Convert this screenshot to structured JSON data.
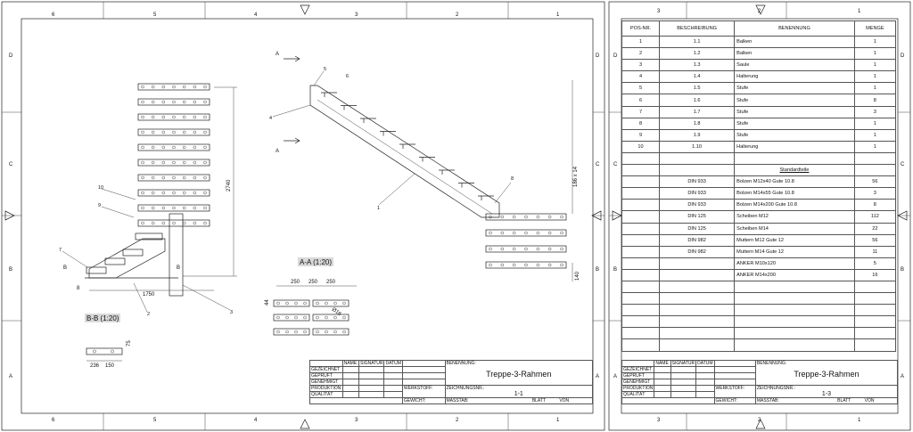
{
  "frame_numbers": {
    "left_cols": [
      "6",
      "5",
      "4",
      "3",
      "2",
      "1"
    ],
    "right_cols": [
      "3",
      "2",
      "1"
    ],
    "rows": [
      "D",
      "C",
      "B",
      "A"
    ]
  },
  "drawing": {
    "title": "Treppe-3-Rahmen",
    "left_sheet_no": "1-1",
    "right_sheet_no": "1-3",
    "view_aa": "A-A (1:20)",
    "view_bb": "B-B (1:20)",
    "section_mark": "A",
    "section_mark_b": "B",
    "dims": {
      "height_total": "2740",
      "width_bb": "1750",
      "d_236": "236",
      "d_150": "150",
      "d_75": "75",
      "d_250a": "250",
      "d_250b": "250",
      "d_250c": "250",
      "d_44": "44",
      "d_phi": "Ø16",
      "d_steps": "186 x 14",
      "d_140": "140",
      "d_8": "8"
    },
    "callouts": [
      "1",
      "2",
      "3",
      "4",
      "5",
      "6",
      "7",
      "8",
      "10",
      "9"
    ]
  },
  "title_block": {
    "name_hdr": "NAME",
    "sig_hdr": "SIGNATUR",
    "date_hdr": "DATUM",
    "rows": [
      "GEZEICHNET",
      "GEPRÜFT",
      "GENEHMIGT",
      "PRODUKTION",
      "QUALITÄT"
    ],
    "benennung": "BENENNUNG:",
    "werkstoff": "WERKSTOFF:",
    "zeichnungsnr": "ZEICHNUNGSNR.:",
    "gewicht": "GEWICHT:",
    "massstab": "MASSTAB:",
    "blatt": "BLATT",
    "von": "VON"
  },
  "parts_table": {
    "headers": [
      "POS-NR.",
      "BESCHREIBUNG",
      "BENENNUNG",
      "MENGE"
    ],
    "rows": [
      [
        "1",
        "1.1",
        "Balken",
        "1"
      ],
      [
        "2",
        "1.2",
        "Balken",
        "1"
      ],
      [
        "3",
        "1.3",
        "Saule",
        "1"
      ],
      [
        "4",
        "1.4",
        "Halterung",
        "1"
      ],
      [
        "5",
        "1.5",
        "Stufe",
        "1"
      ],
      [
        "6",
        "1.6",
        "Stufe",
        "8"
      ],
      [
        "7",
        "1.7",
        "Stufe",
        "3"
      ],
      [
        "8",
        "1.8",
        "Stufe",
        "1"
      ],
      [
        "9",
        "1.9",
        "Stufe",
        "1"
      ],
      [
        "10",
        "1.10",
        "Halterung",
        "1"
      ]
    ],
    "standard_header": "Standardteile",
    "standard_rows": [
      [
        "",
        "DIN 933",
        "Bolzen M12x40 Gute 10.8",
        "56"
      ],
      [
        "",
        "DIN 933",
        "Bolzen M14x55 Gute 10.8",
        "3"
      ],
      [
        "",
        "DIN 933",
        "Bolzen M14x200 Gute 10.8",
        "8"
      ],
      [
        "",
        "DIN 125",
        "Scheiben M12",
        "112"
      ],
      [
        "",
        "DIN 125",
        "Scheiben M14",
        "22"
      ],
      [
        "",
        "DIN 982",
        "Muttern M12 Gute 12",
        "56"
      ],
      [
        "",
        "DIN 982",
        "Muttern M14 Gute 12",
        "11"
      ],
      [
        "",
        "",
        "ANKER M10x120",
        "5"
      ],
      [
        "",
        "",
        "ANKER M14x200",
        "16"
      ]
    ]
  }
}
